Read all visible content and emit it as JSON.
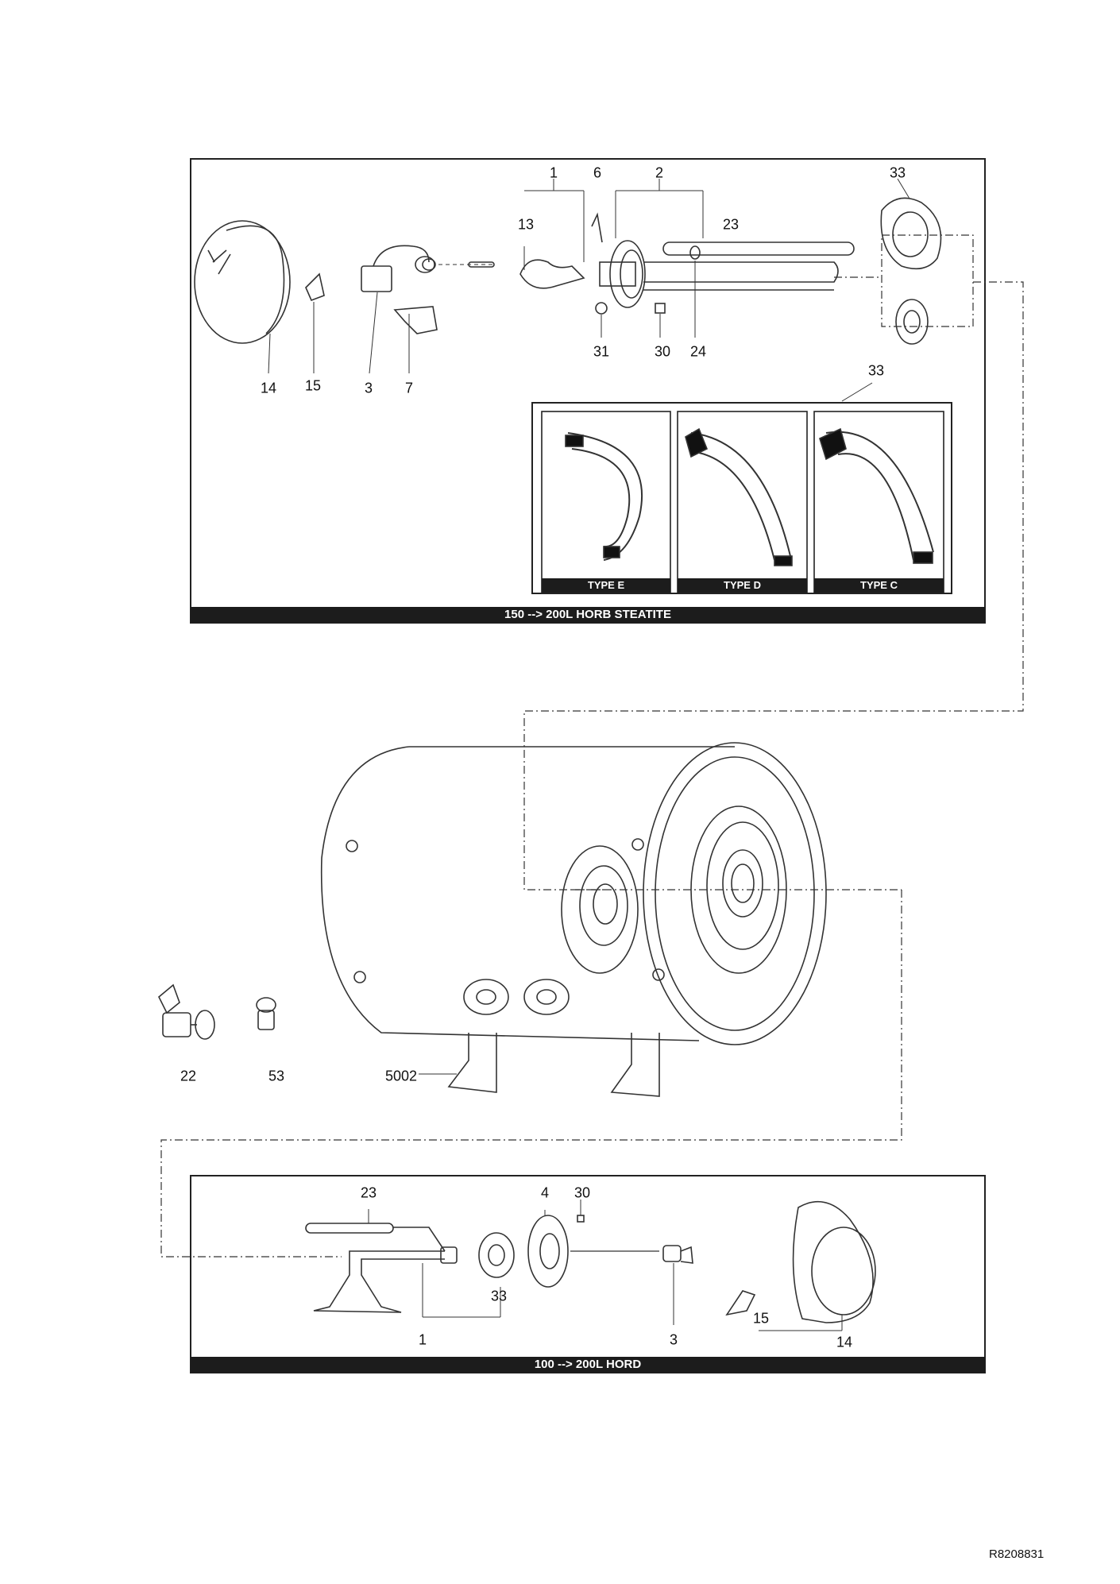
{
  "panels": {
    "top": {
      "title": "150 --> 200L HORB STEATITE",
      "labels": {
        "p1": "1",
        "p6": "6",
        "p2": "2",
        "p33a": "33",
        "p13": "13",
        "p23": "23",
        "p31": "31",
        "p30": "30",
        "p24": "24",
        "p33b": "33",
        "p14": "14",
        "p15": "15",
        "p3": "3",
        "p7": "7"
      },
      "gasket_types": [
        "TYPE E",
        "TYPE D",
        "TYPE C"
      ]
    },
    "middle": {
      "labels": {
        "p22": "22",
        "p53": "53",
        "p5002": "5002"
      }
    },
    "bottom": {
      "title": "100 --> 200L HORD",
      "labels": {
        "p23": "23",
        "p4": "4",
        "p30": "30",
        "p33": "33",
        "p1": "1",
        "p3": "3",
        "p15": "15",
        "p14": "14"
      }
    }
  },
  "drawing_ref": "R8208831"
}
